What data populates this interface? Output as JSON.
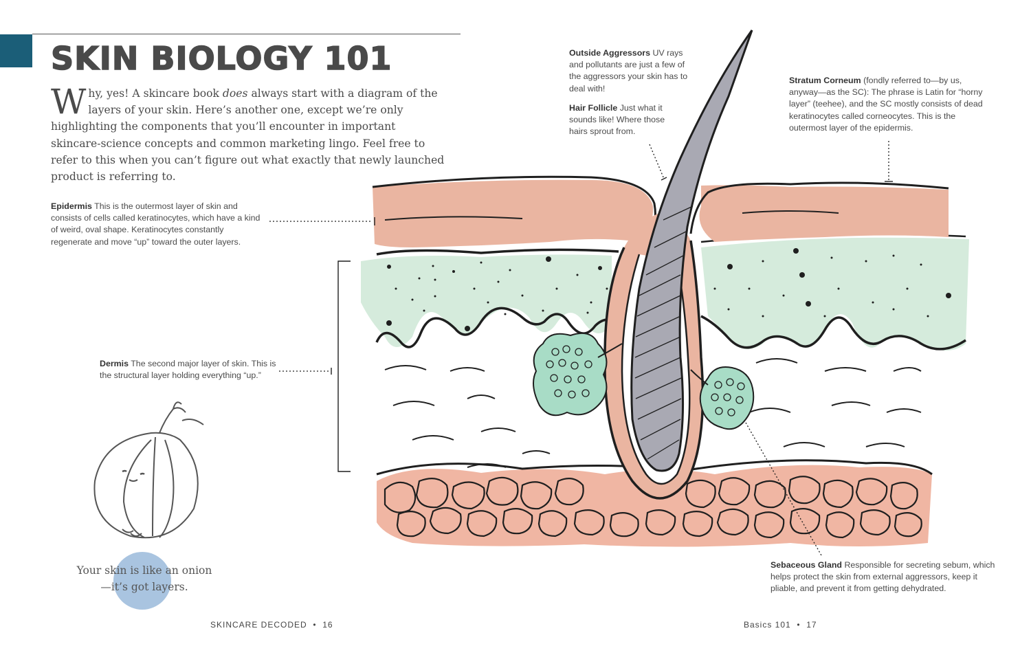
{
  "page_title": "SKIN BIOLOGY 101",
  "intro": {
    "dropcap": "W",
    "before_em": "hy, yes! A skincare book ",
    "em": "does",
    "after_em": " always start with a diagram of the layers of your skin. Here’s another one, except we’re only highlighting the components that you’ll encounter in important skincare-science concepts and common marketing lingo. Feel free to refer to this when you can’t figure out what exactly that newly launched product is referring to."
  },
  "labels": {
    "epidermis": {
      "term": "Epidermis",
      "text": "This is the outermost layer of skin and consists of cells called keratinocytes, which have a kind of weird, oval shape. Keratinocytes constantly regenerate and move “up” toward the outer layers."
    },
    "dermis": {
      "term": "Dermis",
      "text": "The second major layer of skin. This is the structural layer holding everything “up.”"
    },
    "outside_aggressors": {
      "term": "Outside Aggressors",
      "text": "UV rays and pollutants are just a few of the aggressors your skin has to deal with!"
    },
    "hair_follicle": {
      "term": "Hair Follicle",
      "text": "Just what it sounds like! Where those hairs sprout from."
    },
    "stratum_corneum": {
      "term": "Stratum Corneum",
      "text": "(fondly referred to—by us, anyway—as the SC): The phrase is Latin for “horny layer” (teehee), and the SC mostly consists of dead keratinocytes called corneocytes. This is the outermost layer of the epidermis."
    },
    "sebaceous_gland": {
      "term": "Sebaceous Gland",
      "text": "Responsible for secreting sebum, which helps protect the skin from external aggressors, keep it pliable, and prevent it from getting dehydrated."
    }
  },
  "onion_caption": "Your skin is like an onion—it’s got layers.",
  "footer": {
    "left": "SKINCARE DECODED",
    "left_page": "16",
    "right": "Basics 101",
    "right_page": "17",
    "separator": "•"
  },
  "colors": {
    "accent_tab": "#1b5e78",
    "epidermis_pink": "#eab5a1",
    "dermis_green": "#d5ebdc",
    "gland_green": "#a8dcc6",
    "fat_pink": "#f0b6a3",
    "hair_gray": "#a9a9b3",
    "blue_dot": "#a9c4e0"
  },
  "icons": [
    "onion-illustration",
    "hair-follicle-illustration",
    "sebaceous-gland-illustration"
  ]
}
